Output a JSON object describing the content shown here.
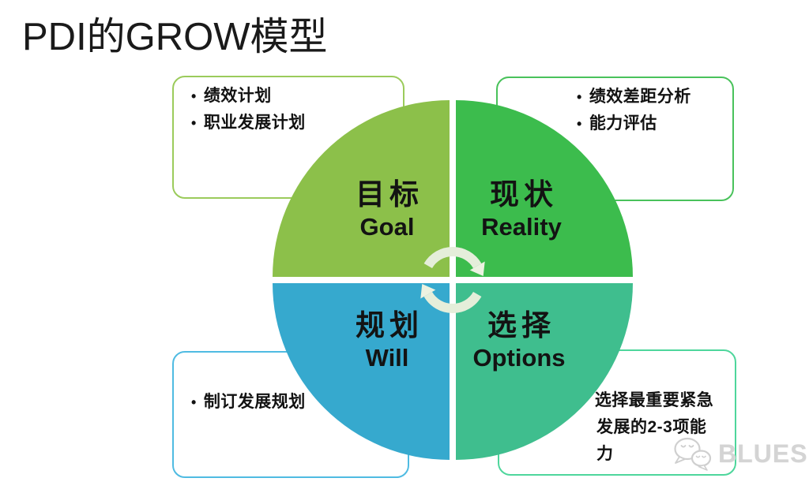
{
  "title": "PDI的GROW模型",
  "bullet_char": "•",
  "quadrants": {
    "goal": {
      "zh": "目标",
      "en": "Goal",
      "color": "#8cc04a"
    },
    "reality": {
      "zh": "现状",
      "en": "Reality",
      "color": "#3cbc4d"
    },
    "will": {
      "zh": "规划",
      "en": "Will",
      "color": "#36a9ce"
    },
    "options": {
      "zh": "选择",
      "en": "Options",
      "color": "#3fbe8e"
    }
  },
  "callouts": {
    "goal": {
      "border_color": "#9bcb5b",
      "items": [
        "绩效计划",
        "职业发展计划"
      ]
    },
    "reality": {
      "border_color": "#49c25b",
      "items": [
        "绩效差距分析",
        "能力评估"
      ]
    },
    "will": {
      "border_color": "#4fbbe2",
      "items": [
        "制订发展规划"
      ]
    },
    "options": {
      "border_color": "#4ed69c",
      "items": [
        "选择最重要紧急发展的2-3项能力"
      ]
    }
  },
  "center_icon": {
    "name": "cycle-arrows-icon",
    "color": "#e5eeda"
  },
  "watermark": {
    "text": "BLUES",
    "color": "#d4d4d4"
  }
}
